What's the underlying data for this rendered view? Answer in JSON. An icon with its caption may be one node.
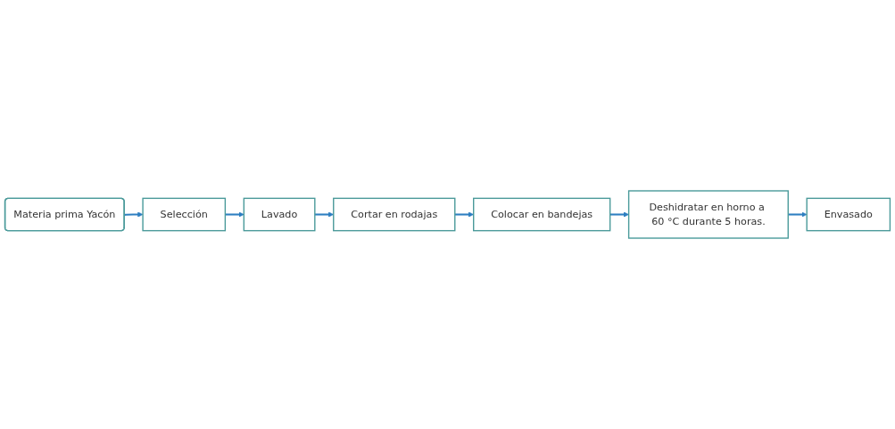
{
  "diagram": {
    "nodes": [
      {
        "text": [
          "Materia prima Yacón"
        ]
      },
      {
        "text": [
          "Selección"
        ]
      },
      {
        "text": [
          "Lavado"
        ]
      },
      {
        "text": [
          "Cortar en rodajas"
        ]
      },
      {
        "text": [
          "Colocar en bandejas"
        ]
      },
      {
        "text": [
          "Deshidratar en horno a 60 °C durante 5 horas."
        ]
      },
      {
        "text": [
          "Envasado"
        ]
      }
    ],
    "edges": [
      {
        "from": 0,
        "to": 1,
        "arrow": "to"
      },
      {
        "from": 1,
        "to": 2,
        "arrow": "to"
      },
      {
        "from": 2,
        "to": 3,
        "arrow": "to"
      },
      {
        "from": 3,
        "to": 4,
        "arrow": "to"
      },
      {
        "from": 4,
        "to": 5,
        "arrow": "to"
      },
      {
        "from": 5,
        "to": 6,
        "arrow": "to"
      }
    ]
  }
}
